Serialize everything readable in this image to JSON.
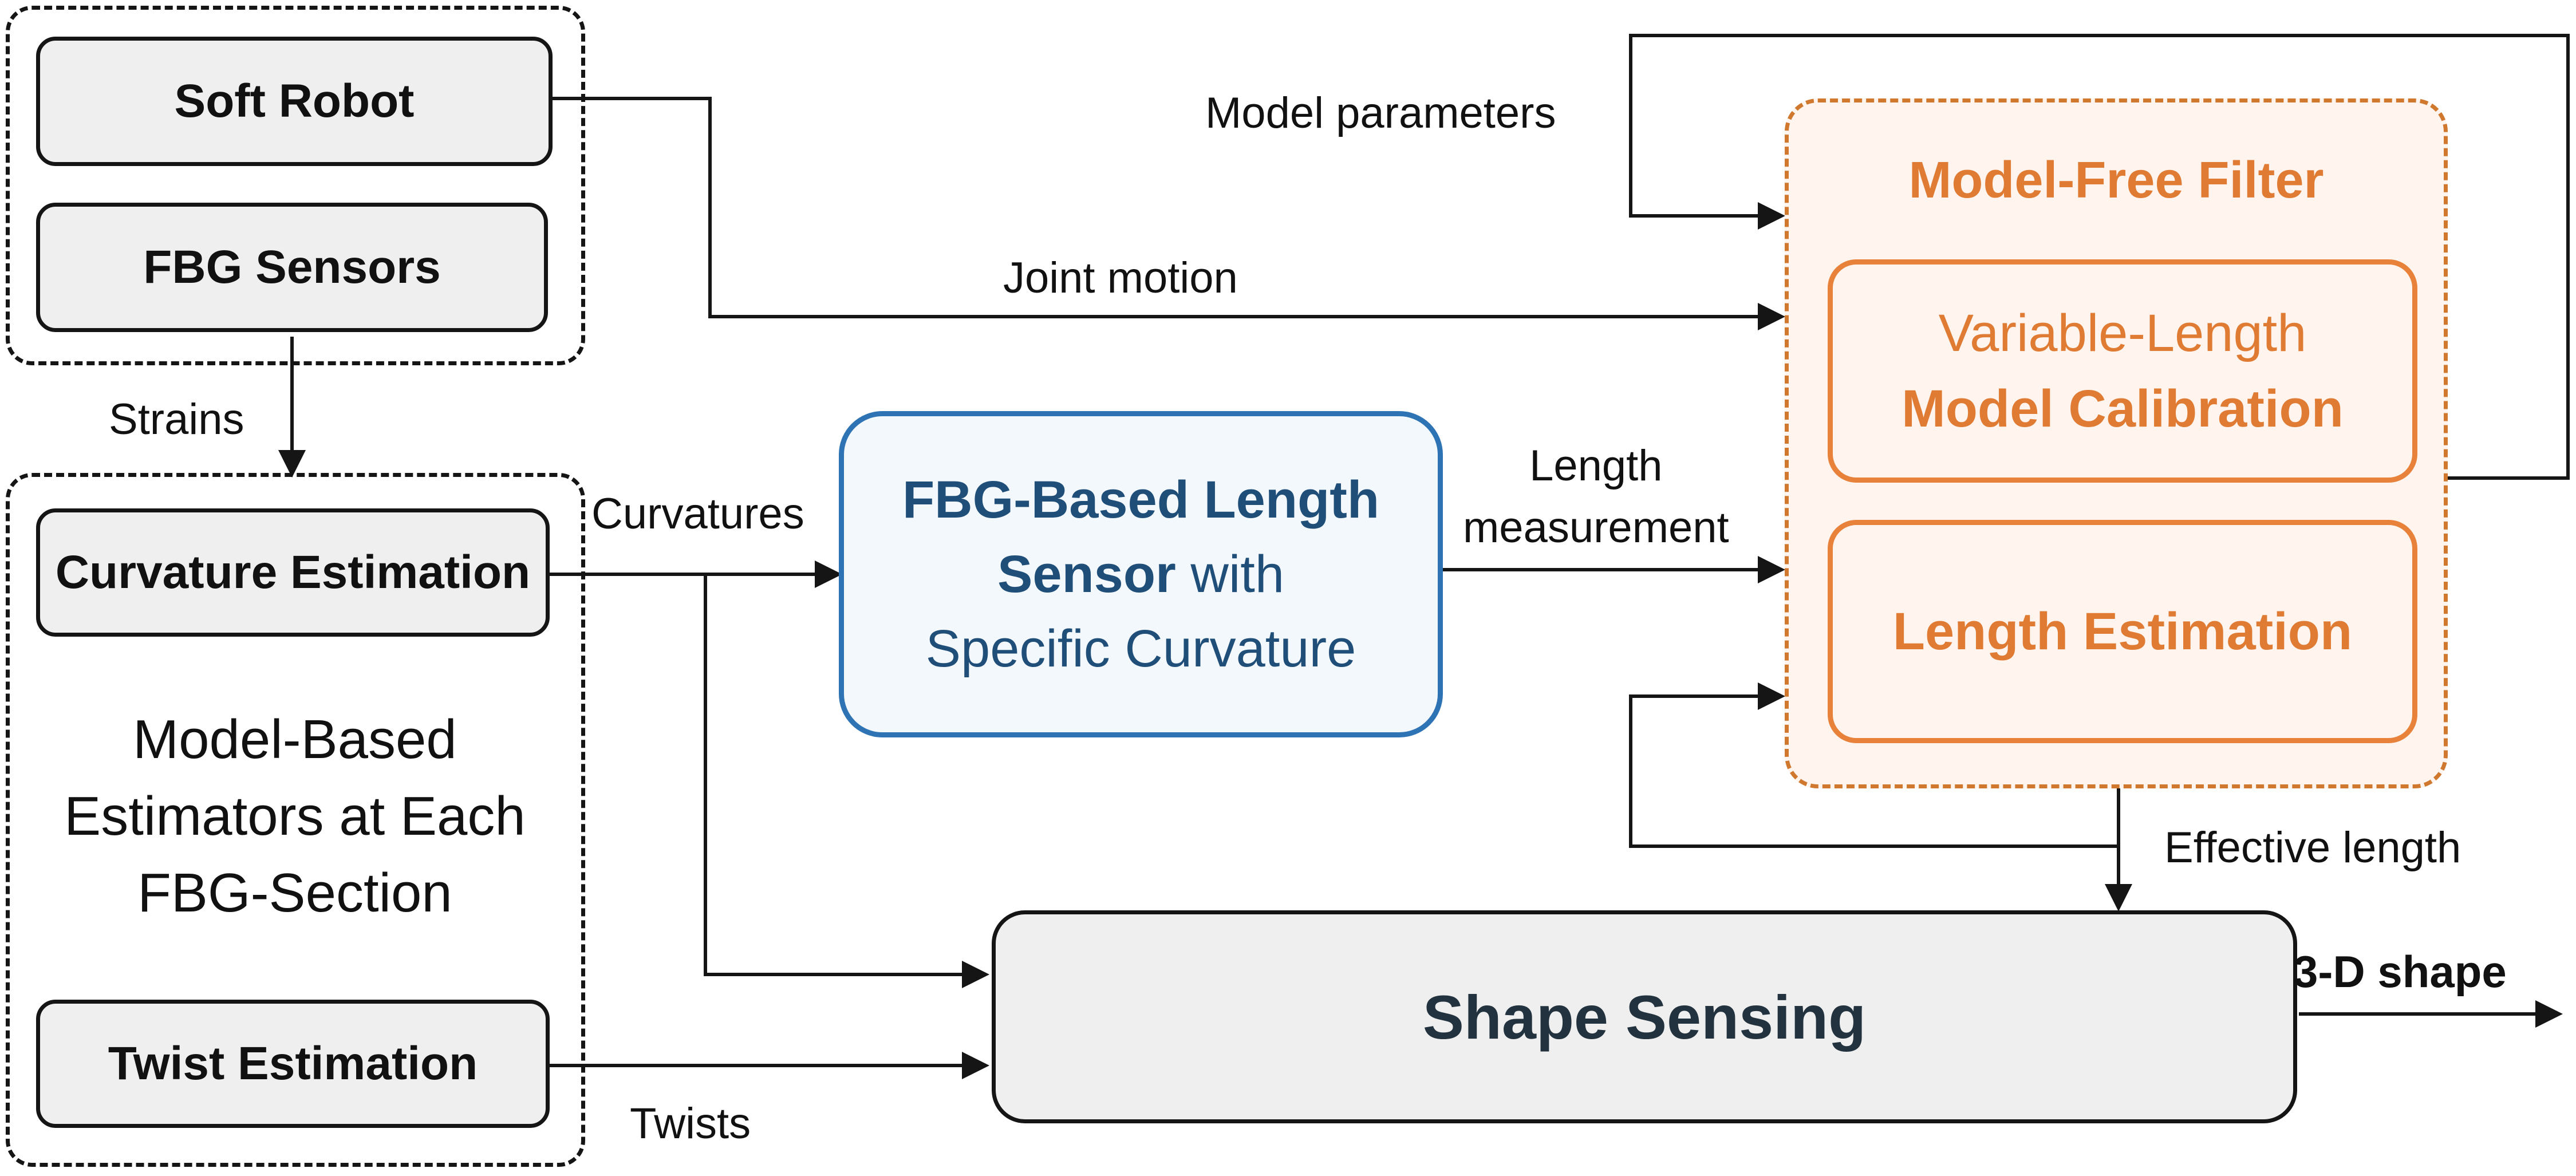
{
  "nodes": {
    "soft_robot": "Soft Robot",
    "fbg_sensors": "FBG Sensors",
    "curvature_estimation": "Curvature Estimation",
    "model_based_line1": "Model-Based",
    "model_based_line2": "Estimators at Each",
    "model_based_line3": "FBG-Section",
    "twist_estimation": "Twist Estimation",
    "length_sensor_bold1": "FBG-Based Length",
    "length_sensor_bold2": "Sensor",
    "length_sensor_rest2": " with",
    "length_sensor_line3": "Specific Curvature",
    "model_free_filter": "Model-Free Filter",
    "calibration_line1": "Variable-Length",
    "calibration_line2": "Model Calibration",
    "length_estimation": "Length Estimation",
    "shape_sensing": "Shape Sensing"
  },
  "edge_labels": {
    "model_parameters": "Model parameters",
    "joint_motion": "Joint motion",
    "strains": "Strains",
    "curvatures": "Curvatures",
    "length_measurement_1": "Length",
    "length_measurement_2": "measurement",
    "effective_length": "Effective length",
    "shape_output": "3-D shape",
    "twists": "Twists"
  },
  "colors": {
    "line": "#151515",
    "gray_fill": "#efefef",
    "blue_border": "#2e74b5",
    "blue_fill": "#f3f8fc",
    "blue_text": "#1f4e79",
    "orange_border": "#e8823a",
    "orange_dashed": "#d0782e",
    "orange_fill": "#fff4ee",
    "orange_text": "#e07b33",
    "shape_text": "#22323e"
  }
}
